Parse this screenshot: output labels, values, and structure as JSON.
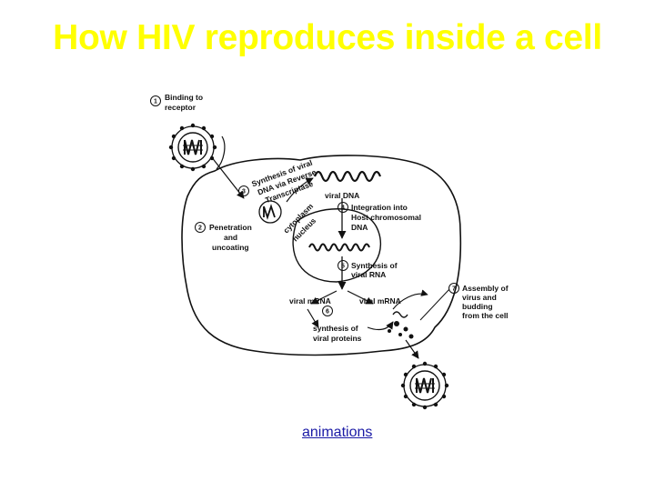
{
  "title": "How HIV reproduces inside a cell",
  "diagram": {
    "steps": {
      "s1": {
        "num": "1",
        "lines": [
          "Binding to",
          "receptor"
        ]
      },
      "s2": {
        "num": "2",
        "lines": [
          "Penetration",
          "and",
          "uncoating"
        ]
      },
      "s3": {
        "num": "3",
        "lines": [
          "Synthesis of viral",
          "DNA via Reverse",
          "Transcriptase"
        ]
      },
      "s4": {
        "num": "4",
        "lines": [
          "Integration into",
          "Host chromosomal",
          "DNA"
        ]
      },
      "s5": {
        "num": "5",
        "lines": [
          "Synthesis of",
          "viral RNA"
        ]
      },
      "s6": {
        "num": "6",
        "lines": [
          "synthesis of",
          "viral proteins"
        ]
      },
      "s7": {
        "num": "7",
        "lines": [
          "Assembly of",
          "virus and",
          "budding",
          "from the cell"
        ]
      }
    },
    "labels": {
      "viral_dna": "viral DNA",
      "viral_mrna_left": "viral mRNA",
      "viral_mrna_right": "viral mRNA",
      "cytoplasm": "cytoplasm",
      "nucleus": "nucleus"
    }
  },
  "link": {
    "text": "animations"
  }
}
